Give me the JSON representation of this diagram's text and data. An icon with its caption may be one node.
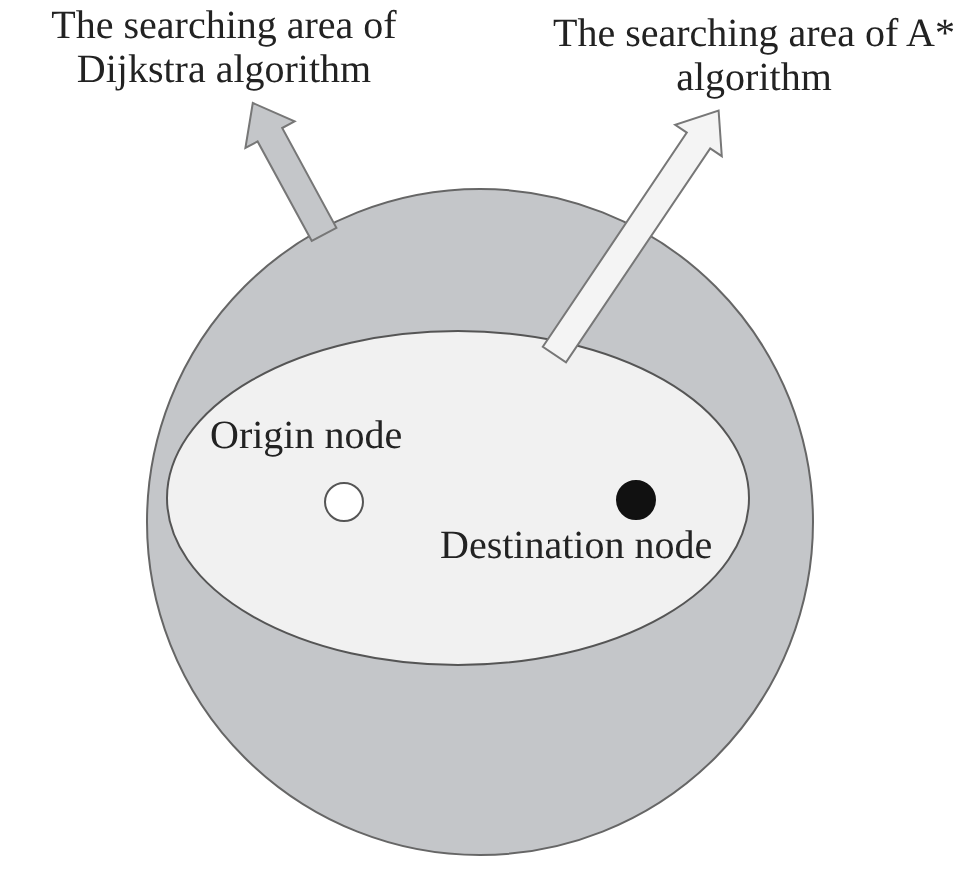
{
  "diagram": {
    "nodes": [
      {
        "text": [],
        "shape": "circle"
      },
      {
        "text": [],
        "shape": "ellipse",
        "in": 0
      },
      {
        "text": [],
        "shape": "circle",
        "in": 1,
        "beside": [
          "Origin node"
        ]
      },
      {
        "text": [],
        "shape": "circle",
        "in": 1,
        "beside": [
          "Destination node"
        ]
      },
      {
        "text": [
          "The searching area of Dijkstra algorithm"
        ]
      },
      {
        "text": [
          "The searching area of A* algorithm"
        ]
      }
    ],
    "edges": [
      {
        "from": 0,
        "to": 4,
        "arrow": "to"
      },
      {
        "from": 1,
        "to": 5,
        "arrow": "to",
        "color": "#f4f4f4"
      }
    ]
  }
}
